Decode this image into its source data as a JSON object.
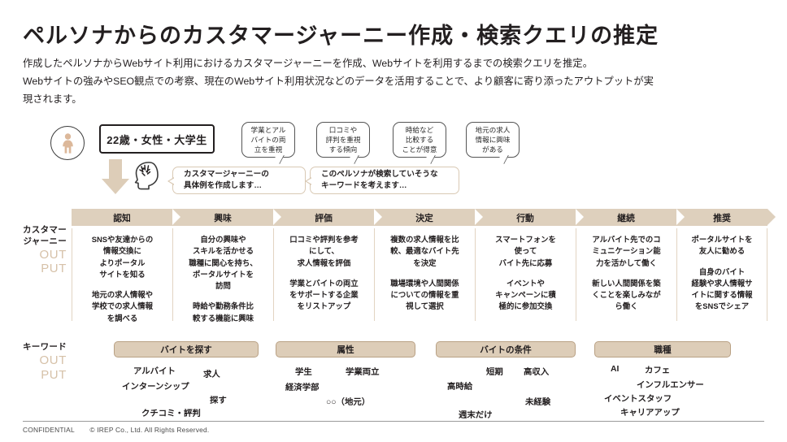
{
  "header": {
    "title": "ペルソナからのカスタマージャーニー作成・検索クエリの推定",
    "lede_line1": "作成したペルソナからWebサイト利用におけるカスタマージャーニーを作成、Webサイトを利用するまでの検索クエリを推定。",
    "lede_line2": "Webサイトの強みやSEO観点での考察、現在のWebサイト利用状況などのデータを活用することで、より顧客に寄り添ったアウトプットが実",
    "lede_line3": "現されます。"
  },
  "persona": {
    "avatar_icon": "female-person-icon",
    "label": "22歳・女性・大学生",
    "arrow_icon": "down-arrow-icon",
    "head_icon": "thinking-head-icon",
    "traits": [
      {
        "lines": [
          "学業とアル",
          "バイトの両",
          "立を重視"
        ]
      },
      {
        "lines": [
          "口コミや",
          "評判を重視",
          "する傾向"
        ]
      },
      {
        "lines": [
          "時給など",
          "比較する",
          "ことが得意"
        ]
      },
      {
        "lines": [
          "地元の求人",
          "情報に興味",
          "がある"
        ]
      }
    ],
    "callouts": [
      {
        "line1": "カスタマージャーニーの",
        "line2": "具体例を作成します…"
      },
      {
        "line1": "このペルソナが検索していそうな",
        "line2": "キーワードを考えます…"
      }
    ]
  },
  "journey": {
    "row_label_name_line1": "カスタマー",
    "row_label_name_line2": "ジャーニー",
    "row_label_out": "OUT",
    "row_label_put": "PUT",
    "stages": [
      {
        "label": "認知",
        "blocks": [
          "SNSや友達からの\n情報交換に\nよりポータル\nサイトを知る",
          "地元の求人情報や\n学校での求人情報\nを調べる"
        ]
      },
      {
        "label": "興味",
        "blocks": [
          "自分の興味や\nスキルを活かせる\n職種に関心を持ち、\nポータルサイトを\n訪問",
          "時給や勤務条件比\n較する機能に興味"
        ]
      },
      {
        "label": "評価",
        "blocks": [
          "口コミや評判を参考\nにして、\n求人情報を評価",
          "学業とバイトの両立\nをサポートする企業\nをリストアップ"
        ]
      },
      {
        "label": "決定",
        "blocks": [
          "複数の求人情報を比\n較、最適なバイト先\nを決定",
          "職場環境や人間関係\nについての情報を重\n視して選択"
        ]
      },
      {
        "label": "行動",
        "blocks": [
          "スマートフォンを\n使って\nバイト先に応募",
          "イベントや\nキャンペーンに積\n極的に参加交換"
        ]
      },
      {
        "label": "継続",
        "blocks": [
          "アルバイト先でのコ\nミュニケーション能\n力を活かして働く",
          "新しい人間関係を築\nくことを楽しみなが\nら働く"
        ]
      },
      {
        "label": "推奨",
        "blocks": [
          "ポータルサイトを\n友人に勧める",
          "自身のバイト\n経験や求人情報サ\nイトに関する情報\nをSNSでシェア"
        ]
      }
    ]
  },
  "keywords": {
    "row_label_name": "キーワード",
    "row_label_out": "OUT",
    "row_label_put": "PUT",
    "groups": [
      {
        "title": "バイトを探す",
        "terms": [
          "アルバイト",
          "求人",
          "インターンシップ",
          "探す",
          "クチコミ・評判"
        ]
      },
      {
        "title": "属性",
        "terms": [
          "学生",
          "学業両立",
          "経済学部",
          "○○（地元）"
        ]
      },
      {
        "title": "バイトの条件",
        "terms": [
          "短期",
          "高収入",
          "高時給",
          "未経験",
          "週末だけ"
        ]
      },
      {
        "title": "職種",
        "terms": [
          "AI",
          "カフェ",
          "インフルエンサー",
          "イベントスタッフ",
          "キャリアアップ"
        ]
      }
    ]
  },
  "footer": {
    "confidential": "CONFIDENTIAL",
    "copyright": "© IREP Co., Ltd. All Rights Reserved."
  },
  "colors": {
    "stage_band": "#ded0bd",
    "keyword_band": "#ddcdb8",
    "output_label": "#d6c1a8",
    "accent_tan": "#d9c9b4",
    "text": "#231f20"
  }
}
